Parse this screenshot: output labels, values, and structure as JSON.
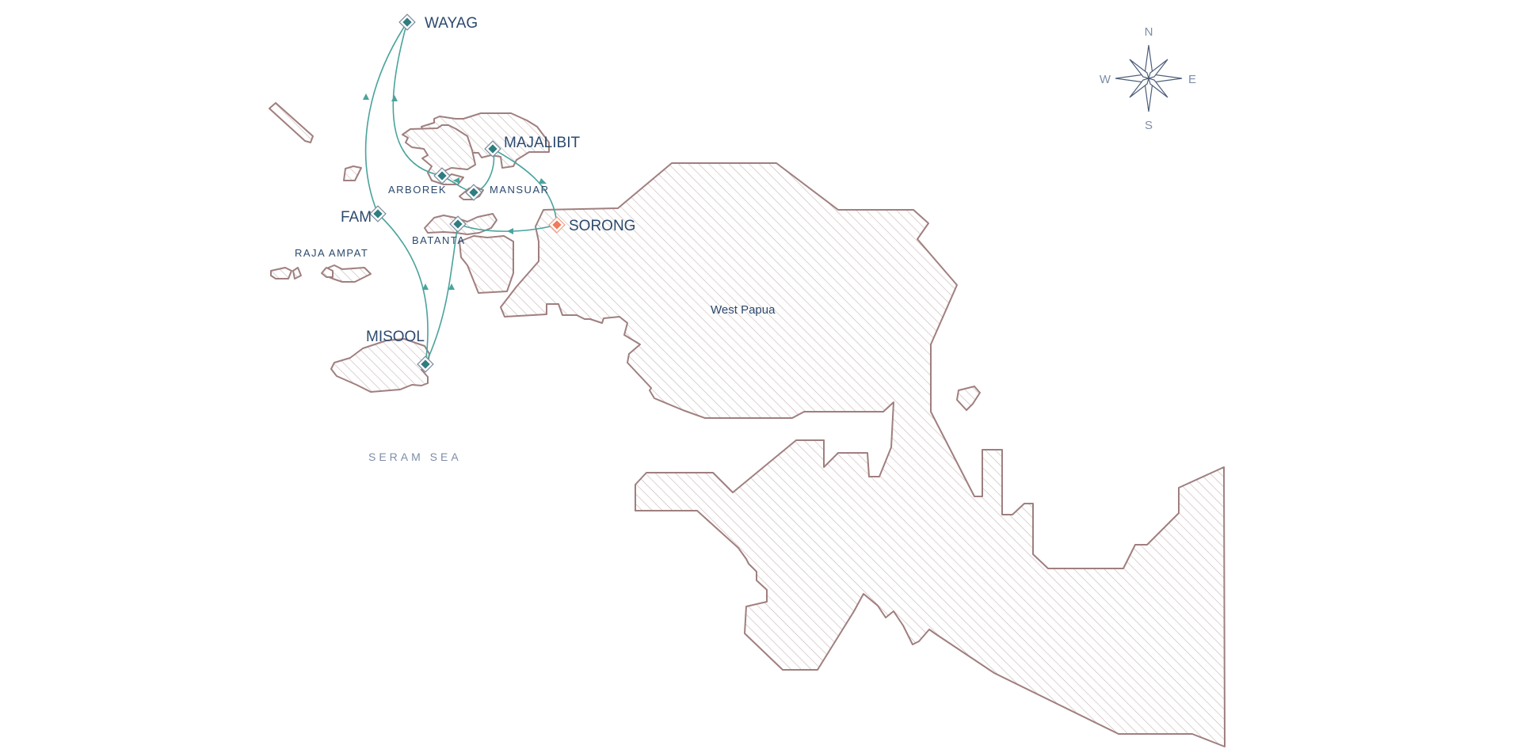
{
  "map": {
    "region_label": "West Papua",
    "sea_label": "SERAM SEA",
    "archipelago_label": "RAJA AMPAT",
    "colors": {
      "land_stroke": "#a07f7f",
      "hatch": "#c9b4b4",
      "route": "#4aa39c",
      "stop_marker": "#2f7d80",
      "start_marker": "#f07a5a",
      "label": "#2c4a6e"
    },
    "stops": [
      {
        "id": "wayag",
        "name": "WAYAG",
        "type": "stop"
      },
      {
        "id": "majalibit",
        "name": "MAJALIBIT",
        "type": "stop"
      },
      {
        "id": "arborek",
        "name": "ARBOREK",
        "type": "stop"
      },
      {
        "id": "mansuar",
        "name": "MANSUAR",
        "type": "stop"
      },
      {
        "id": "fam",
        "name": "FAM",
        "type": "stop"
      },
      {
        "id": "batanta",
        "name": "BATANTA",
        "type": "stop"
      },
      {
        "id": "sorong",
        "name": "SORONG",
        "type": "start"
      },
      {
        "id": "misool",
        "name": "MISOOL",
        "type": "stop"
      }
    ]
  },
  "compass": {
    "north": "N",
    "south": "S",
    "east": "E",
    "west": "W",
    "icon": "compass-rose-icon"
  }
}
